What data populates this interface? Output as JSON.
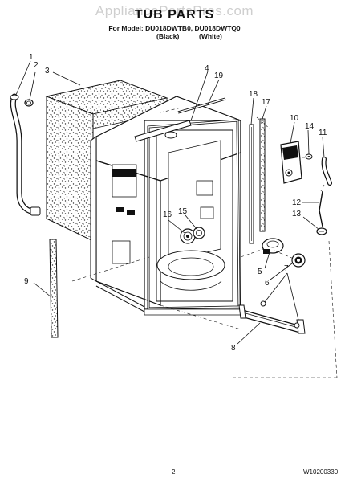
{
  "watermark": "AppliancePartsPros.com",
  "header": {
    "title": "TUB PARTS",
    "model_line": "For Model: DU018DWTB0, DU018DWTQ0",
    "color_black": "(Black)",
    "color_white": "(White)"
  },
  "callouts": [
    "1",
    "2",
    "3",
    "4",
    "19",
    "18",
    "17",
    "10",
    "14",
    "11",
    "16",
    "15",
    "12",
    "13",
    "5",
    "6",
    "9",
    "7",
    "8"
  ],
  "footer": {
    "page_number": "2",
    "doc_number": "W10200330"
  }
}
